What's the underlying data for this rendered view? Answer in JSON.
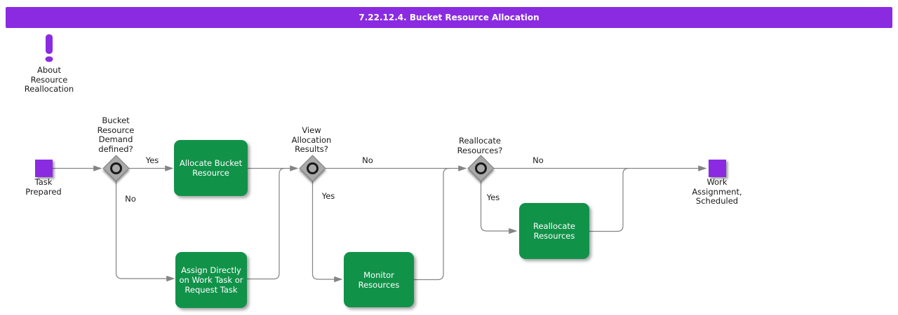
{
  "title_bar": {
    "title": "7.22.12.4. Bucket Resource Allocation"
  },
  "about_note": {
    "icon": "exclamation-icon",
    "label": "About\nResource\nReallocation"
  },
  "colors": {
    "header_bg": "#8A2BE2",
    "event_fill": "#8A2BE2",
    "task_fill": "#119249",
    "gateway_fill": "#A9A9A9",
    "connector": "#848484"
  },
  "nodes": {
    "start_event": {
      "label": "Task\nPrepared"
    },
    "end_event": {
      "label": "Work\nAssignment,\nScheduled"
    },
    "gateways": [
      {
        "question": "Bucket\nResource\nDemand\ndefined?",
        "yes_label": "Yes",
        "no_label": "No"
      },
      {
        "question": "View\nAllocation\nResults?",
        "yes_label": "Yes",
        "no_label": "No"
      },
      {
        "question": "Reallocate\nResources?",
        "yes_label": "Yes",
        "no_label": "No"
      }
    ],
    "tasks": [
      {
        "label": "Allocate Bucket\nResource"
      },
      {
        "label": "Assign Directly\non Work Task or\nRequest Task"
      },
      {
        "label": "Monitor\nResources"
      },
      {
        "label": "Reallocate\nResources"
      }
    ]
  }
}
